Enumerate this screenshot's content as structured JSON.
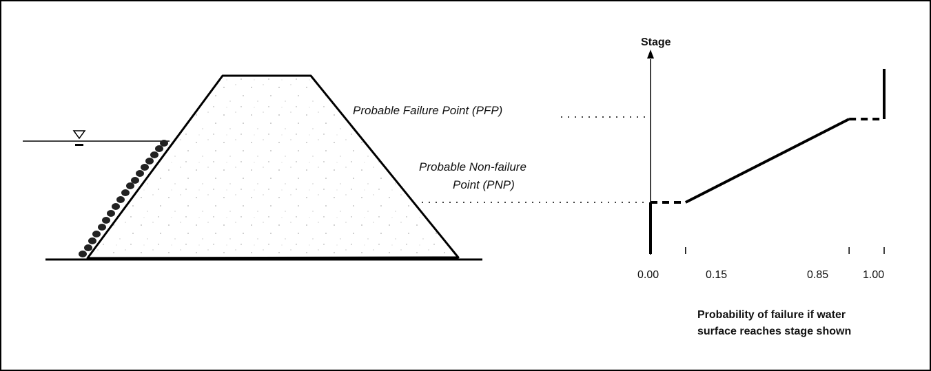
{
  "left_diagram": {
    "pfp_label": "Probable Failure Point (PFP)",
    "pnp_label_line1": "Probable Non-failure",
    "pnp_label_line2": "Point (PNP)"
  },
  "chart_data": {
    "type": "line",
    "title": "",
    "ylabel": "Stage",
    "xlabel_line1": "Probability of failure if water",
    "xlabel_line2": "surface reaches stage shown",
    "x_ticks": [
      "0.00",
      "0.15",
      "0.85",
      "1.00"
    ],
    "xlim": [
      0,
      1
    ],
    "stage_levels": [
      "PNP",
      "PFP"
    ],
    "segments": [
      {
        "from": {
          "x": 0.0,
          "stage": "PNP"
        },
        "to": {
          "x": 0.15,
          "stage": "PNP"
        },
        "style": "dashed"
      },
      {
        "from": {
          "x": 0.15,
          "stage": "PNP"
        },
        "to": {
          "x": 0.85,
          "stage": "PFP"
        },
        "style": "solid"
      },
      {
        "from": {
          "x": 0.85,
          "stage": "PFP"
        },
        "to": {
          "x": 1.0,
          "stage": "PFP"
        },
        "style": "dashed"
      }
    ],
    "colors": {
      "line": "#000000"
    }
  }
}
